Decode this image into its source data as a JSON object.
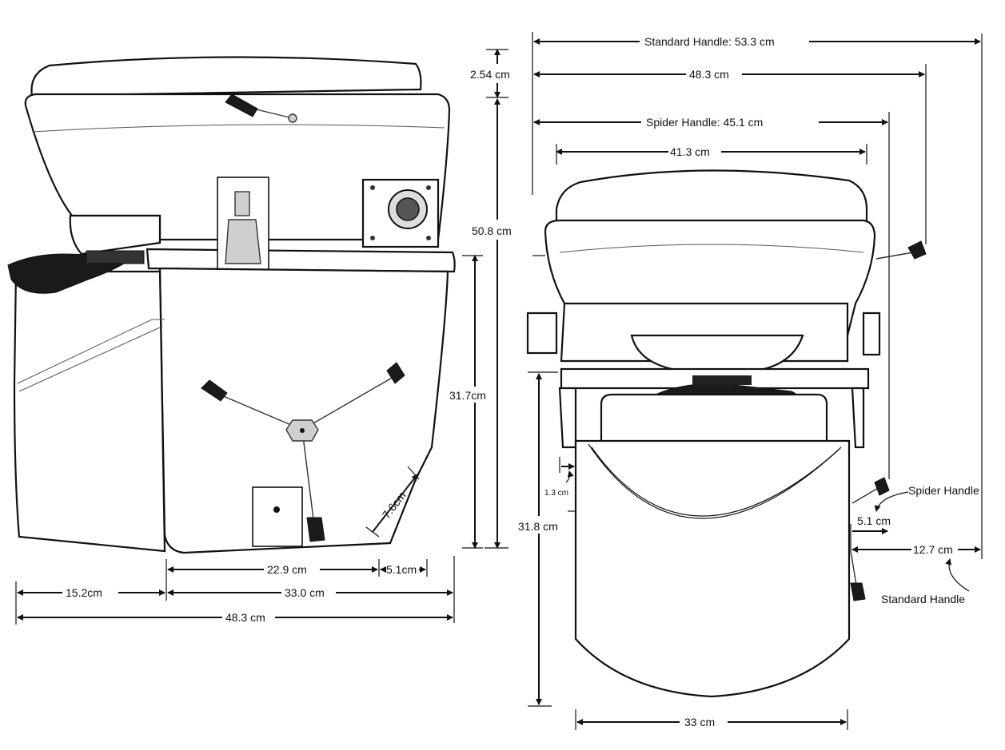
{
  "side_view": {
    "dims": {
      "lid_thickness": "2.54 cm",
      "total_height": "50.8 cm",
      "base_height": "31.7cm",
      "corner": "7.6cm",
      "front_width": "22.9 cm",
      "notch": "5.1cm",
      "left_part": "15.2cm",
      "main_part": "33.0 cm",
      "overall_width": "48.3 cm"
    }
  },
  "front_view": {
    "dims": {
      "standard_handle_width": "Standard Handle: 53.3 cm",
      "body_width": "48.3 cm",
      "spider_handle_width": "Spider Handle: 45.1 cm",
      "seat_width": "41.3 cm",
      "small_gap": "1.3 cm",
      "base_height": "31.8 cm",
      "spider_offset": "5.1 cm",
      "standard_offset": "12.7 cm",
      "bottom_width": "33 cm"
    },
    "labels": {
      "spider_handle": "Spider Handle",
      "standard_handle": "Standard Handle"
    }
  }
}
